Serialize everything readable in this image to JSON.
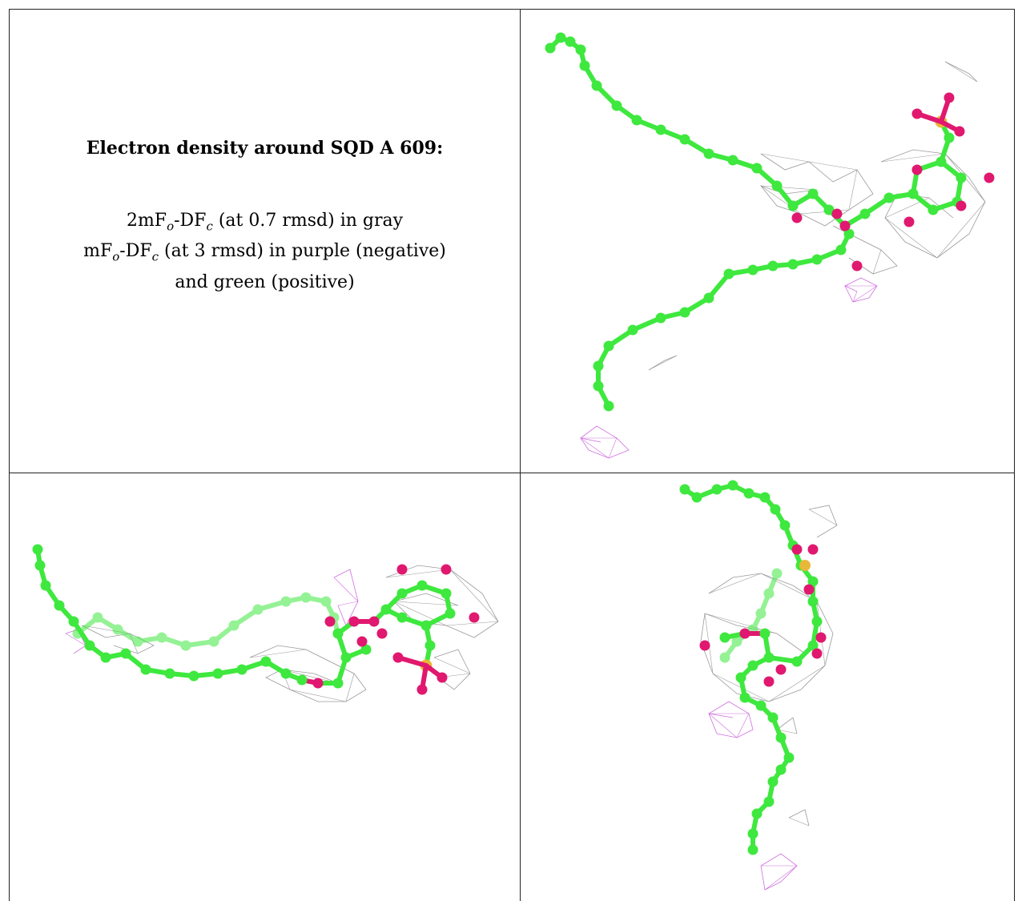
{
  "caption": {
    "title": "Electron density around SQD A 609:",
    "line1": {
      "pre": "2mF",
      "sub1": "o",
      "mid": "-DF",
      "sub2": "c",
      "post": " (at 0.7 rmsd) in gray"
    },
    "line2": {
      "pre": "mF",
      "sub1": "o",
      "mid": "-DF",
      "sub2": "c",
      "post": " (at 3 rmsd) in purple (negative)"
    },
    "line3": "and green (positive)"
  },
  "colors": {
    "carbon": "#3ee83e",
    "oxygen": "#e0186f",
    "sulfur": "#e8b838",
    "density_2fo": "#9a9a9a",
    "density_neg": "#d070e0",
    "border": "#222222"
  },
  "views": [
    "ligand-view-1",
    "ligand-view-2",
    "ligand-view-3"
  ]
}
